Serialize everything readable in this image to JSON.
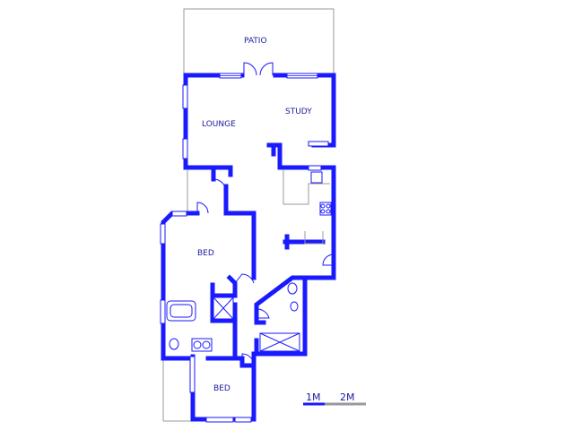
{
  "rooms": {
    "patio": "PATIO",
    "lounge": "LOUNGE",
    "study": "STUDY",
    "bed1": "BED",
    "bed2": "BED"
  },
  "scale": {
    "label1": "1M",
    "label2": "2M"
  },
  "colors": {
    "wall": "#1a1aff",
    "text": "#1a1aa0"
  }
}
